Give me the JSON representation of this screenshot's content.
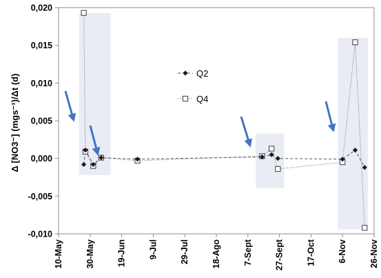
{
  "chart_data": {
    "type": "scatter",
    "ylabel": "Δ [NO3⁻] (mgs⁻¹)/Δt (d)",
    "ylim": [
      -0.01,
      0.02
    ],
    "yticks": [
      "0,020",
      "0,015",
      "0,010",
      "0,005",
      "0,000",
      "-0,005",
      "-0,010"
    ],
    "x_tick_labels": [
      "10-May",
      "30-May",
      "19-Jun",
      "9-Jul",
      "29-Jul",
      "18-Ago",
      "7-Sept",
      "27-Sept",
      "17-Oct",
      "6-Nov",
      "26-Nov"
    ],
    "xlim_days": [
      0,
      200
    ],
    "grid": false,
    "legend_position": "middle-left",
    "series": [
      {
        "name": "Q2",
        "marker": "diamond-filled",
        "line": "dashed",
        "color": "#555555",
        "points": [
          {
            "x": "26-May",
            "y": -0.0008
          },
          {
            "x": "27-May",
            "y": 0.0011
          },
          {
            "x": "1-Jun",
            "y": -0.0008
          },
          {
            "x": "6-Jun",
            "y": 0.0001
          },
          {
            "x": "29-Jun",
            "y": -0.0001
          },
          {
            "x": "16-Sept",
            "y": 0.0002
          },
          {
            "x": "22-Sept",
            "y": 0.0005
          },
          {
            "x": "26-Sept",
            "y": 0.0
          },
          {
            "x": "6-Nov",
            "y": -0.0001
          },
          {
            "x": "14-Nov",
            "y": 0.0011
          },
          {
            "x": "20-Nov",
            "y": -0.0012
          }
        ]
      },
      {
        "name": "Q4",
        "marker": "square-open",
        "line": "dotted",
        "color": "#6e6e6e",
        "points": [
          {
            "x": "26-May",
            "y": 0.0193
          },
          {
            "x": "27-May",
            "y": 0.0009
          },
          {
            "x": "1-Jun",
            "y": -0.001
          },
          {
            "x": "6-Jun",
            "y": 0.0001
          },
          {
            "x": "29-Jun",
            "y": -0.0003
          },
          {
            "x": "16-Sept",
            "y": 0.0003
          },
          {
            "x": "22-Sept",
            "y": 0.0013
          },
          {
            "x": "26-Sept",
            "y": -0.0014
          },
          {
            "x": "6-Nov",
            "y": -0.0005
          },
          {
            "x": "14-Nov",
            "y": 0.0154
          },
          {
            "x": "20-Nov",
            "y": -0.0092
          }
        ]
      }
    ],
    "highlight_regions": [
      {
        "x_from": "23-May",
        "x_to": "12-Jun",
        "y_from": -0.0022,
        "y_to": 0.0193
      },
      {
        "x_from": "12-Sept",
        "x_to": "30-Sept",
        "y_from": -0.0039,
        "y_to": 0.0033
      },
      {
        "x_from": "3-Nov",
        "x_to": "22-Nov",
        "y_from": -0.0094,
        "y_to": 0.016
      }
    ],
    "highlight_color": "#e9ecf4",
    "arrow_color": "#4472c4",
    "arrows": [
      {
        "target": "26-May region"
      },
      {
        "target": "2-Jun point"
      },
      {
        "target": "16-Sept point"
      },
      {
        "target": "6-Nov point"
      }
    ]
  }
}
